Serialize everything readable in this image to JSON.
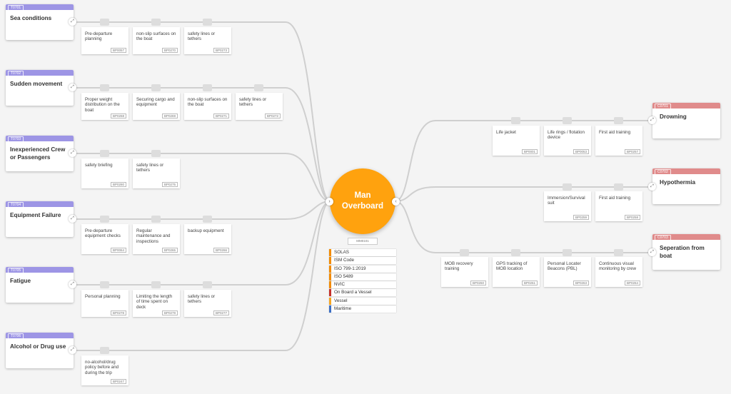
{
  "center": {
    "title": "Man Overboard"
  },
  "center_tags": {
    "code": "MM0101",
    "items": [
      {
        "label": "SOLAS",
        "color": "#f28c00"
      },
      {
        "label": "ISM Code",
        "color": "#f28c00"
      },
      {
        "label": "ISO 799-1:2019",
        "color": "#f28c00"
      },
      {
        "label": "ISO 5489",
        "color": "#f28c00"
      },
      {
        "label": "NVIC",
        "color": "#f28c00"
      },
      {
        "label": "On Board a Vessel",
        "color": "#c4302b"
      },
      {
        "label": "Vessel",
        "color": "#f5a623"
      },
      {
        "label": "Maritime",
        "color": "#3d6fc4"
      }
    ]
  },
  "colors": {
    "left_header": "#9d95e5",
    "right_header": "#e08b8b",
    "center": "#ffa20e",
    "link": "#cfcfcf"
  },
  "left_threats": [
    {
      "code": "T0701",
      "title": "Sea conditions",
      "controls": [
        {
          "label": "Pre-departure planning",
          "code": "BP0057"
        },
        {
          "label": "non-slip surfaces on the boat",
          "code": "BP0270"
        },
        {
          "label": "safety lines or tethers",
          "code": "BP0273"
        }
      ]
    },
    {
      "code": "T0702",
      "title": "Sudden movement",
      "controls": [
        {
          "label": "Proper weight distribution on the boat",
          "code": "BP0268"
        },
        {
          "label": "Securing cargo and equipment",
          "code": "BP0269"
        },
        {
          "label": "non-slip surfaces on the boat",
          "code": "BP0271"
        },
        {
          "label": "safety lines or tethers",
          "code": "BP0272"
        }
      ]
    },
    {
      "code": "T0703",
      "title": "Inexperienced Crew or Passengers",
      "controls": [
        {
          "label": "safety briefing",
          "code": "BP0280"
        },
        {
          "label": "safety lines or tethers",
          "code": "BP0275"
        }
      ]
    },
    {
      "code": "T0704",
      "title": "Equipment Failure",
      "controls": [
        {
          "label": "Pre-departure equipment checks",
          "code": "BP0064"
        },
        {
          "label": "Regular maintenance and inspections",
          "code": "BP0265"
        },
        {
          "label": "backup equipment",
          "code": "BP0266"
        }
      ]
    },
    {
      "code": "T0705",
      "title": "Fatigue",
      "controls": [
        {
          "label": "Personal planning",
          "code": "BP0278"
        },
        {
          "label": "Limiting the length of time spent on deck",
          "code": "BP0279"
        },
        {
          "label": "safety lines or tethers",
          "code": "BP0277"
        }
      ]
    },
    {
      "code": "T0706",
      "title": "Alcohol or Drug use",
      "controls": [
        {
          "label": "no-alcohol/drug policy before and during the trip",
          "code": "BP0247"
        }
      ]
    }
  ],
  "right_consequences": [
    {
      "code": "C0701",
      "title": "Drowning",
      "controls": [
        {
          "label": "Life jacket",
          "code": "BP0001"
        },
        {
          "label": "Life rings / flotation device",
          "code": "BP0053"
        },
        {
          "label": "First aid training",
          "code": "BP0257"
        }
      ]
    },
    {
      "code": "C0702",
      "title": "Hypothermia",
      "controls": [
        {
          "label": "Immersion/Survival suit",
          "code": "BP0259"
        },
        {
          "label": "First aid training",
          "code": "BP0258"
        }
      ]
    },
    {
      "code": "C0703",
      "title": "Seperation from boat",
      "controls": [
        {
          "label": "MOB recovery training",
          "code": "BP0260"
        },
        {
          "label": "GPS tracking of MOB location",
          "code": "BP0261"
        },
        {
          "label": "Personal Locater Beacons (PBL)",
          "code": "BP0263"
        },
        {
          "label": "Continuous visual monitoring by crew",
          "code": "BP0264"
        }
      ]
    }
  ]
}
